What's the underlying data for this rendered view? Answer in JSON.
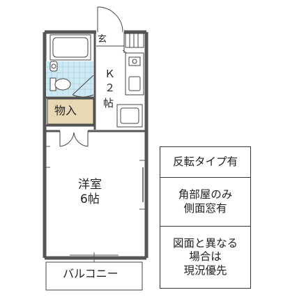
{
  "rooms": {
    "entrance": "玄",
    "kitchen_line1": "Ｋ",
    "kitchen_line2": "２",
    "kitchen_line3": "帖",
    "storage": "物入",
    "western_name": "洋室",
    "western_size": "6帖",
    "balcony": "バルコニー"
  },
  "notes": [
    {
      "text": "反転タイプ有"
    },
    {
      "text": "角部屋のみ\n側面窓有"
    },
    {
      "text": "図面と異なる\n場合は\n現況優先"
    }
  ],
  "colors": {
    "wall": "#555555",
    "bath_tile": "#cfe9f2",
    "storage_fill": "#e8d9b5",
    "line": "#333333"
  }
}
